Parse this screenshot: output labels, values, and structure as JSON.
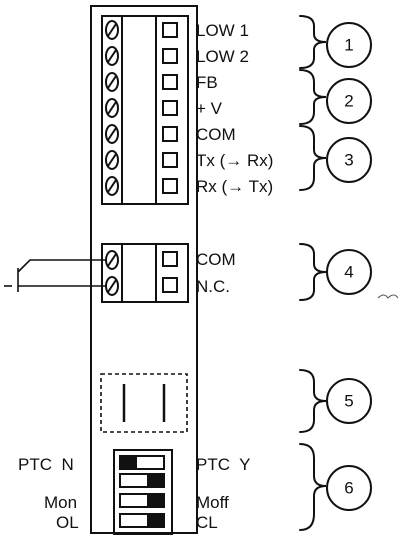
{
  "terminal_block_upper": {
    "labels": [
      "LOW 1",
      "LOW 2",
      "FB",
      "+ V",
      "COM",
      "Tx (→ Rx)",
      "Rx (→ Tx)"
    ]
  },
  "terminal_block_lower": {
    "labels": [
      "COM",
      "N.C."
    ]
  },
  "dip_switch": {
    "left_labels": [
      "PTC  N",
      "Mon",
      "OL"
    ],
    "right_labels": [
      "PTC  Y",
      "Moff",
      "CL"
    ]
  },
  "callouts": [
    "1",
    "2",
    "3",
    "4",
    "5",
    "6"
  ]
}
